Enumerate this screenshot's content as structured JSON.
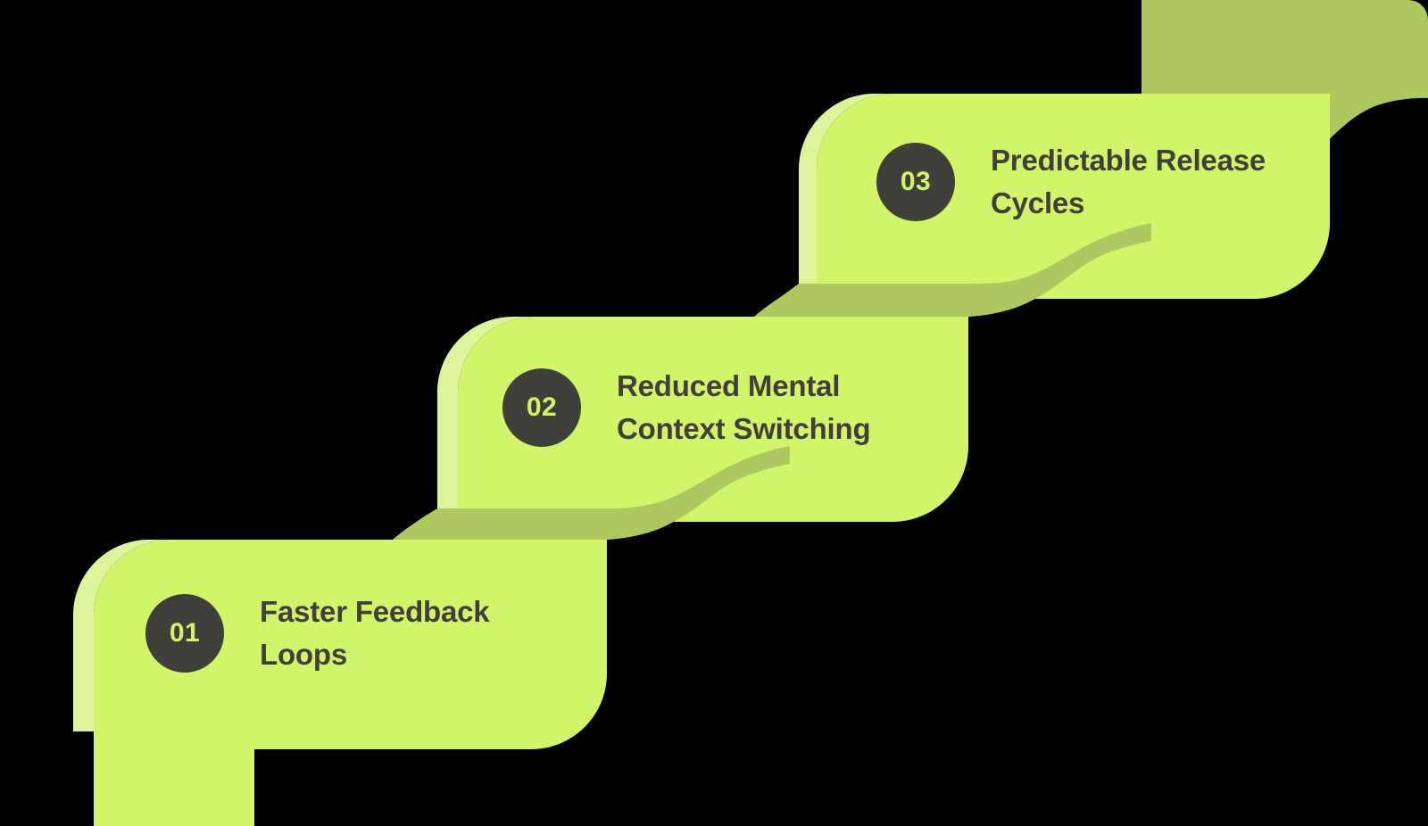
{
  "page": {
    "background_color": "#000000",
    "corner_radius": "22px",
    "layout": "descending-staircase",
    "step_count": 3
  },
  "palette": {
    "card_fill": "#d2f46a",
    "card_side_highlight": "#dcf49b",
    "overlap_shadow": "#adc85f",
    "badge_background": "#403f3a",
    "badge_text": "#d2f46a",
    "title_text": "#403f3a"
  },
  "steps": [
    {
      "number": "01",
      "title": "Faster Feedback\nLoops",
      "badge_name": "step-number-badge-01"
    },
    {
      "number": "02",
      "title": "Reduced Mental\nContext Switching",
      "badge_name": "step-number-badge-02"
    },
    {
      "number": "03",
      "title": "Predictable Release\nCycles",
      "badge_name": "step-number-badge-03"
    }
  ]
}
